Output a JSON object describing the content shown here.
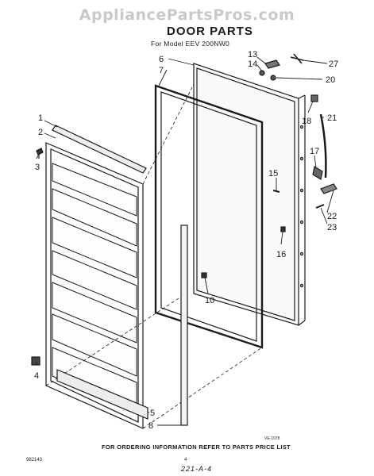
{
  "watermark": "AppliancePartsPros.com",
  "title": "DOOR PARTS",
  "subtitle": "For Model EEV 200NW0",
  "footer_note": "FOR ORDERING INFORMATION REFER TO PARTS PRICE LIST",
  "codes": {
    "left": "982143",
    "right": "VE-1978",
    "center_dot": "4",
    "bottom": "221-A-4"
  },
  "callouts": [
    "1",
    "2",
    "3",
    "4",
    "5",
    "6",
    "7",
    "8",
    "10",
    "13",
    "14",
    "15",
    "16",
    "17",
    "18",
    "20",
    "21",
    "22",
    "23",
    "27"
  ]
}
